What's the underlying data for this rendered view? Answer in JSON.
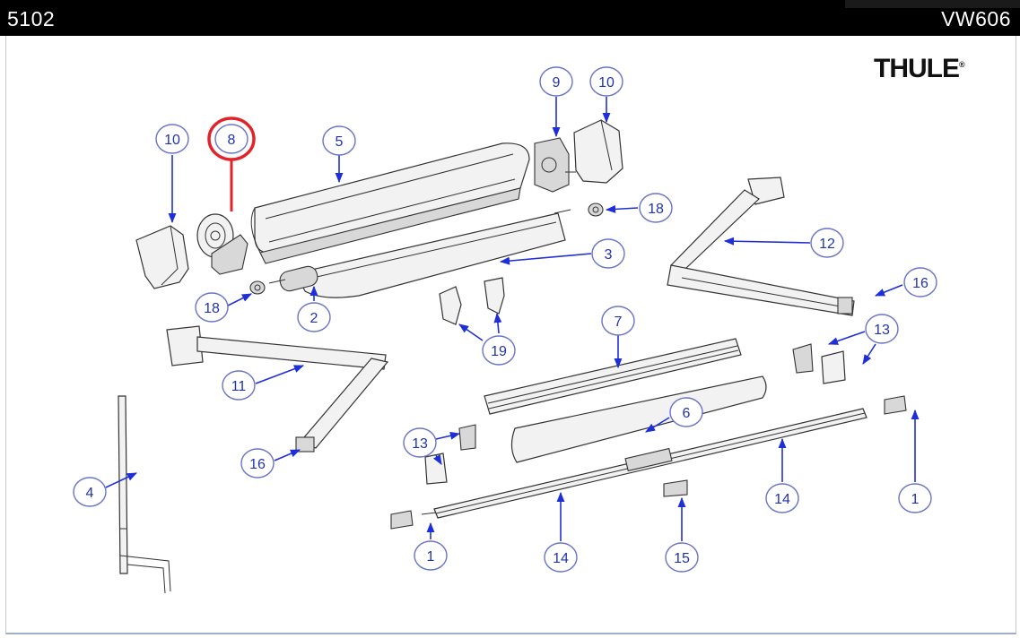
{
  "header": {
    "left_code": "5102",
    "right_code": "VW606"
  },
  "brand": {
    "logo_text": "THULE",
    "registered": "®"
  },
  "colors": {
    "header_bg": "#000000",
    "header_text": "#ffffff",
    "callout_stroke": "#6a74c8",
    "callout_text": "#2233aa",
    "leader": "#1f2fd8",
    "highlight": "#e0242a"
  },
  "callouts": [
    {
      "id": "c-10a",
      "label": "10"
    },
    {
      "id": "c-8",
      "label": "8",
      "highlighted": true
    },
    {
      "id": "c-5",
      "label": "5"
    },
    {
      "id": "c-9",
      "label": "9"
    },
    {
      "id": "c-10b",
      "label": "10"
    },
    {
      "id": "c-18a",
      "label": "18"
    },
    {
      "id": "c-3",
      "label": "3"
    },
    {
      "id": "c-12",
      "label": "12"
    },
    {
      "id": "c-18b",
      "label": "18"
    },
    {
      "id": "c-2",
      "label": "2"
    },
    {
      "id": "c-16a",
      "label": "16"
    },
    {
      "id": "c-19",
      "label": "19"
    },
    {
      "id": "c-7",
      "label": "7"
    },
    {
      "id": "c-13a",
      "label": "13"
    },
    {
      "id": "c-11",
      "label": "11"
    },
    {
      "id": "c-6",
      "label": "6"
    },
    {
      "id": "c-13b",
      "label": "13"
    },
    {
      "id": "c-16b",
      "label": "16"
    },
    {
      "id": "c-4",
      "label": "4"
    },
    {
      "id": "c-14a",
      "label": "14"
    },
    {
      "id": "c-1a",
      "label": "1"
    },
    {
      "id": "c-1b",
      "label": "1"
    },
    {
      "id": "c-14b",
      "label": "14"
    },
    {
      "id": "c-15",
      "label": "15"
    }
  ]
}
